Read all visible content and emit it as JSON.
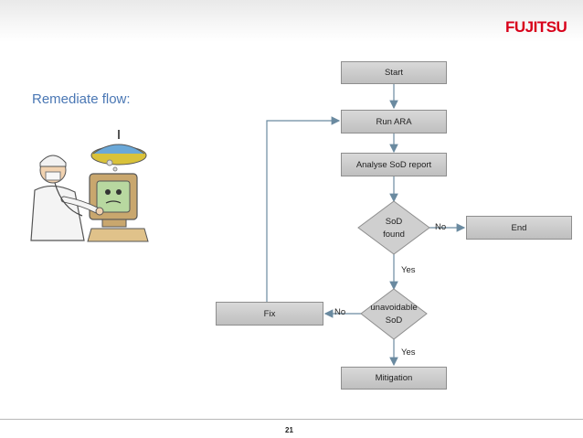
{
  "header": {
    "logo_text": "FUJITSU"
  },
  "slide": {
    "title": "Remediate flow:",
    "page_number": "21"
  },
  "flow": {
    "start": "Start",
    "run_ara": "Run ARA",
    "analyse": "Analyse SoD report",
    "decision1": {
      "line1": "SoD",
      "line2": "found"
    },
    "end": "End",
    "decision2": {
      "line1": "unavoidable",
      "line2": "SoD"
    },
    "fix": "Fix",
    "mitigation": "Mitigation",
    "labels": {
      "no_end": "No",
      "yes1": "Yes",
      "no_fix": "No",
      "yes2": "Yes"
    }
  },
  "illustration": {
    "icon": "doctor-examining-computer-clipart"
  },
  "colors": {
    "title": "#4a77b4",
    "logo": "#d8001a",
    "box_fill": "#cccccc",
    "connector": "#6a8aa0"
  }
}
